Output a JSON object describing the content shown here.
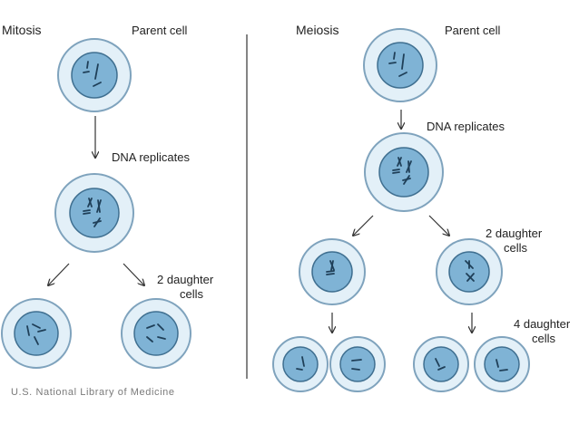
{
  "colors": {
    "outer_fill": "#e3f0f8",
    "outer_stroke": "#7fa3bd",
    "nucleus_fill": "#7fb3d5",
    "nucleus_stroke": "#3f6f90",
    "chromosome": "#1f3f58",
    "arrow": "#333333",
    "divider": "#333333"
  },
  "mitosis": {
    "title": "Mitosis",
    "parent_label": "Parent cell",
    "replicate_label": "DNA replicates",
    "daughters_label_line1": "2 daughter",
    "daughters_label_line2": "cells"
  },
  "meiosis": {
    "title": "Meiosis",
    "parent_label": "Parent cell",
    "replicate_label": "DNA replicates",
    "daughters2_label_line1": "2 daughter",
    "daughters2_label_line2": "cells",
    "daughters4_label_line1": "4 daughter",
    "daughters4_label_line2": "cells"
  },
  "credit": "U.S. National Library of Medicine"
}
